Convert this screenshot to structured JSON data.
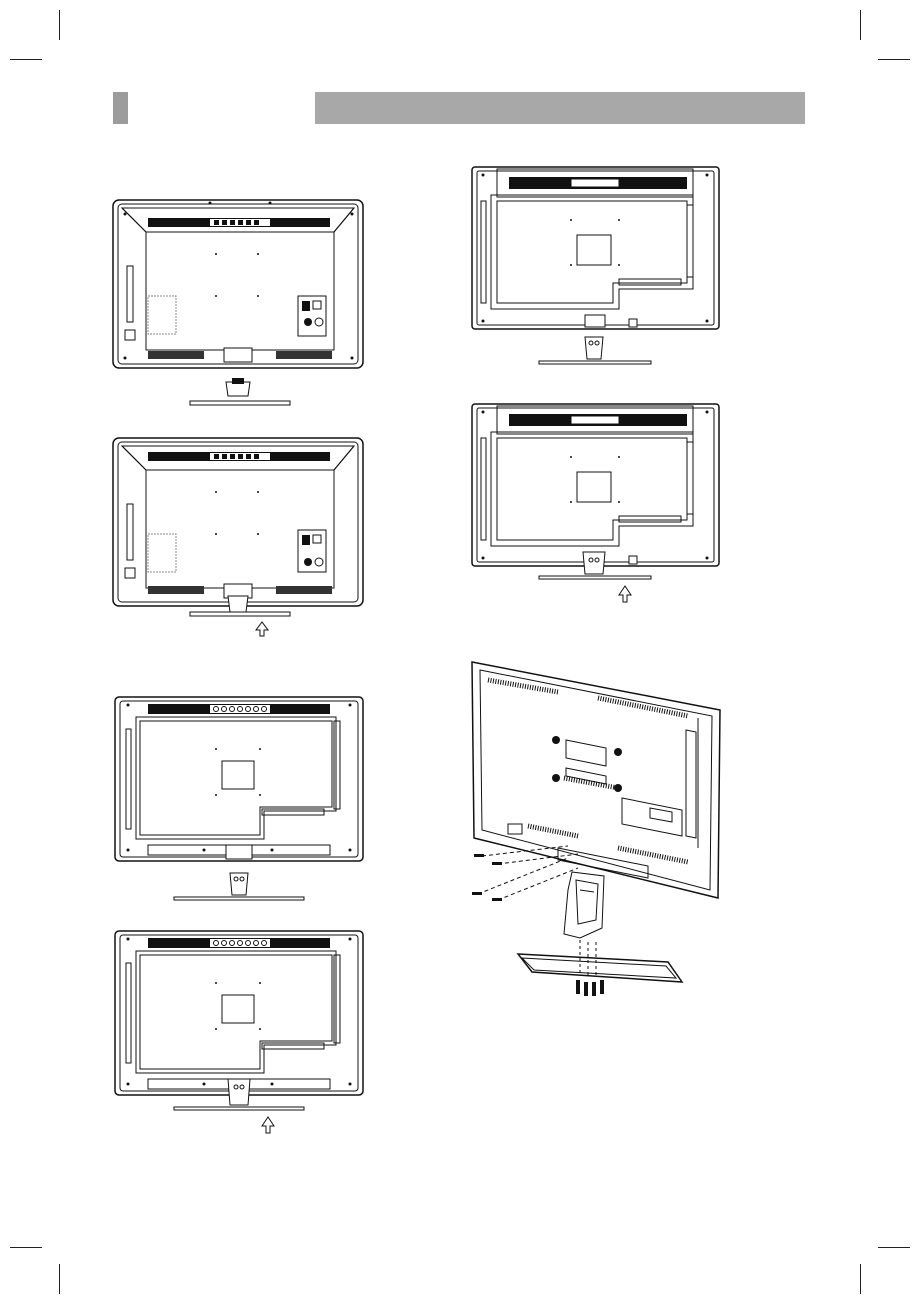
{
  "page": {
    "header_bar_color": "#a8a8a8",
    "header_box_color": "#9c9c9c"
  },
  "figures": [
    {
      "id": "tv-large-left-stand-detached",
      "icon": "tv-back-with-stand-icon"
    },
    {
      "id": "tv-large-left-stand-attached",
      "icon": "tv-back-with-stand-icon",
      "arrow": "up-arrow-icon"
    },
    {
      "id": "tv-medium-left-stand-detached",
      "icon": "tv-back-with-stand-icon"
    },
    {
      "id": "tv-medium-left-stand-attached",
      "icon": "tv-back-with-stand-icon",
      "arrow": "up-arrow-icon"
    },
    {
      "id": "tv-right-stand-detached",
      "icon": "tv-back-with-stand-icon"
    },
    {
      "id": "tv-right-stand-attached",
      "icon": "tv-back-with-stand-icon",
      "arrow": "up-arrow-icon"
    },
    {
      "id": "tv-perspective-exploded",
      "icon": "tv-stand-screws-exploded-icon"
    }
  ]
}
